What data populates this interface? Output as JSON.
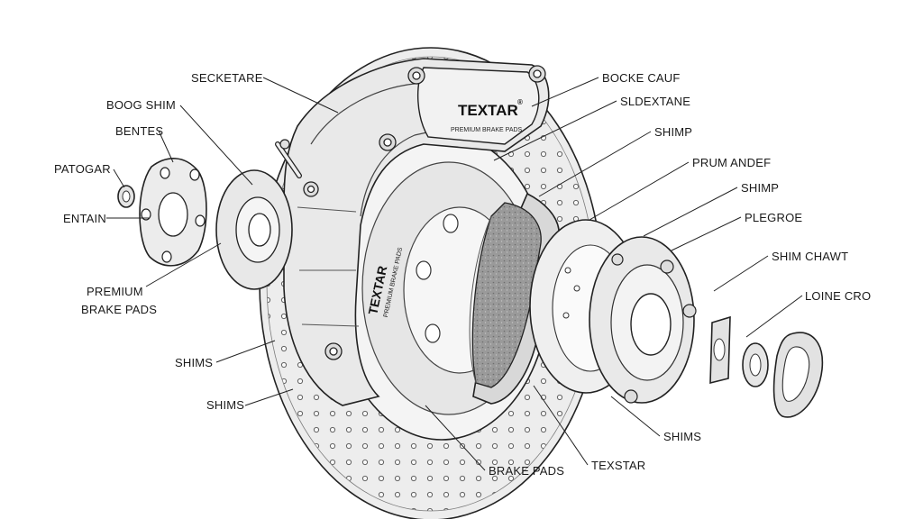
{
  "colors": {
    "line": "#222222",
    "metal": "#ececec",
    "metal_dark": "#cfcfcf",
    "pad": "#9a9a9a",
    "background": "#ffffff"
  },
  "brand": {
    "name": "TEXTAR",
    "registered": "®",
    "tagline": "PREMIUM BRAKE PADS",
    "caliper_side_tagline": "PREMIUM BRAKE PADS"
  },
  "labels": {
    "left": {
      "seckertare": "SECKETARE",
      "boog_shim": "BOOG SHIM",
      "bentes": "BENTES",
      "patogar": "PATOGAR",
      "entain": "ENTAIN",
      "premium_line1": "PREMIUM",
      "premium_line2": "BRAKE PADS",
      "shims_upper": "SHIMS",
      "shims_lower": "SHIMS"
    },
    "right": {
      "bocke_cauf": "BOCKE CAUF",
      "sldextane": "SLDEXTANE",
      "shimp_upper": "SHIMP",
      "prum_andef": "PRUM ANDEF",
      "shimp_lower": "SHIMP",
      "plegroe": "PLEGROE",
      "shim_chawt": "SHIM CHAWT",
      "loine_cro": "LOINE CRO"
    },
    "bottom": {
      "shims": "SHIMS",
      "texstar": "TEXSTAR",
      "brake_pads": "BRAKE PADS"
    }
  }
}
